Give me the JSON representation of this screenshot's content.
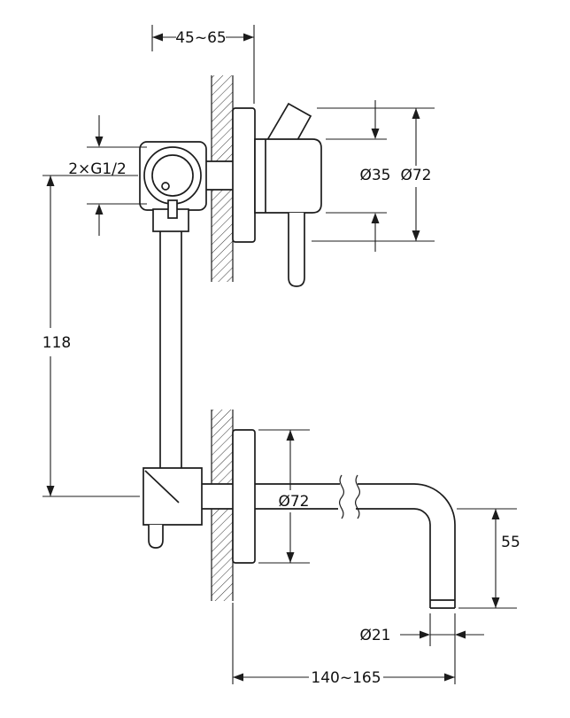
{
  "colors": {
    "line": "#1c1c1c",
    "background": "#ffffff"
  },
  "dimensions": {
    "depth_range": "45~65",
    "inlet_connection": "2×G1/2",
    "handle_diameter": "Ø35",
    "escutcheon_diameter_top": "Ø72",
    "valve_to_spout_distance": "118",
    "escutcheon_diameter_bottom": "Ø72",
    "spout_drop_height": "55",
    "spout_tube_diameter": "Ø21",
    "spout_reach_range": "140~165"
  }
}
